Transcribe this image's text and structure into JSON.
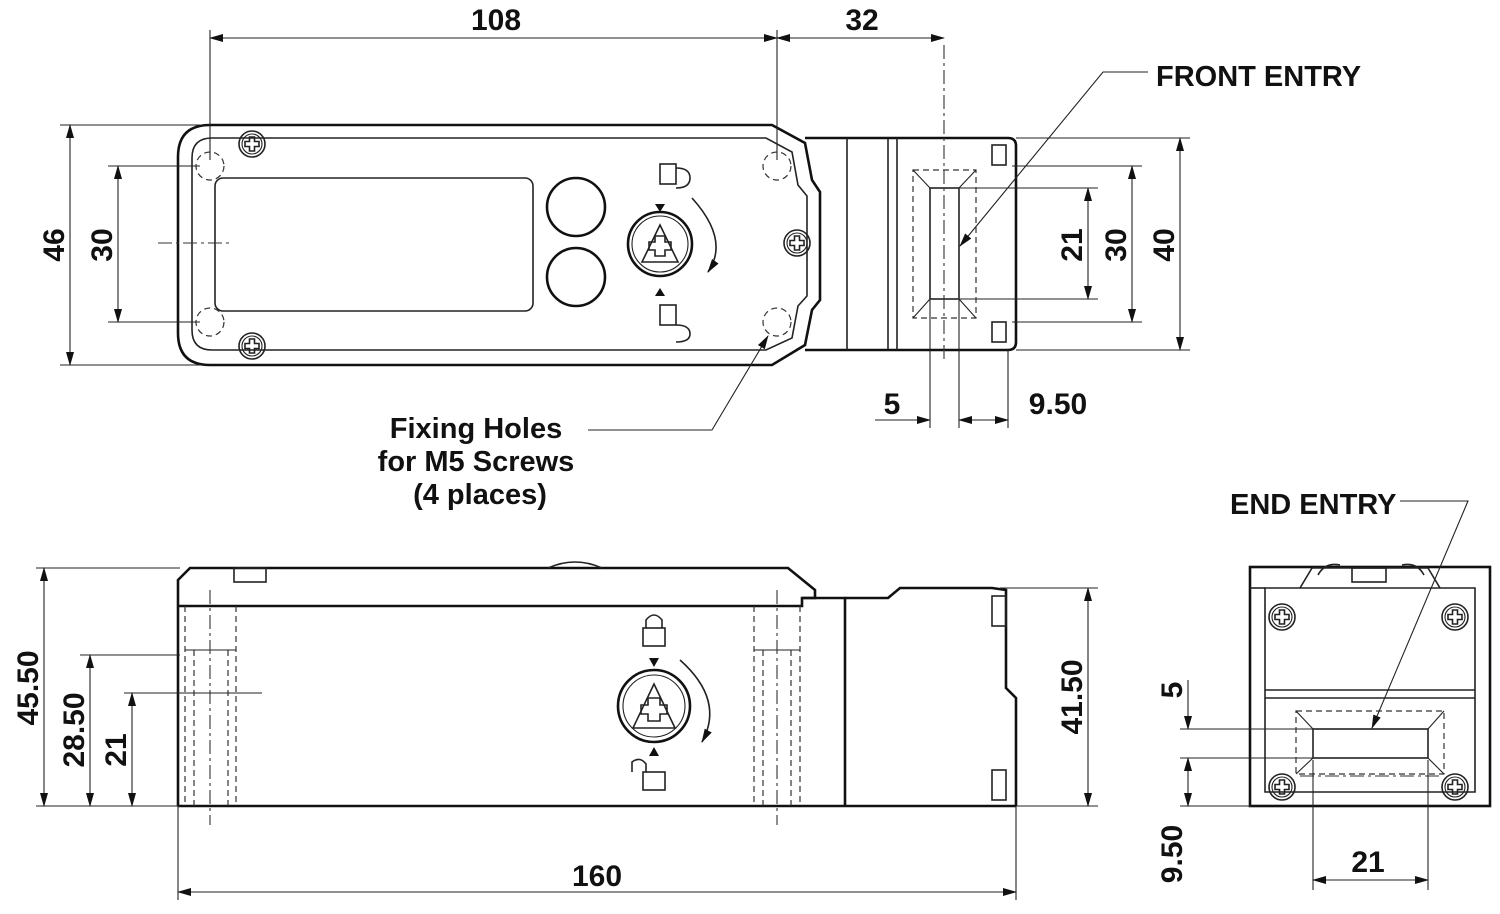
{
  "labels": {
    "front_entry": "FRONT ENTRY",
    "end_entry": "END ENTRY",
    "fixing_line1": "Fixing Holes",
    "fixing_line2": "for M5 Screws",
    "fixing_line3": "(4 places)"
  },
  "dimensions": {
    "top_width_108": "108",
    "top_width_32": "32",
    "top_height_46": "46",
    "top_height_30_left": "30",
    "top_height_21": "21",
    "top_height_30_right": "30",
    "top_height_40": "40",
    "entry_5": "5",
    "entry_9_50": "9.50",
    "side_45_50": "45.50",
    "side_28_50": "28.50",
    "side_21": "21",
    "side_41_50": "41.50",
    "side_160": "160",
    "end_5": "5",
    "end_9_50": "9.50",
    "end_21": "21"
  }
}
